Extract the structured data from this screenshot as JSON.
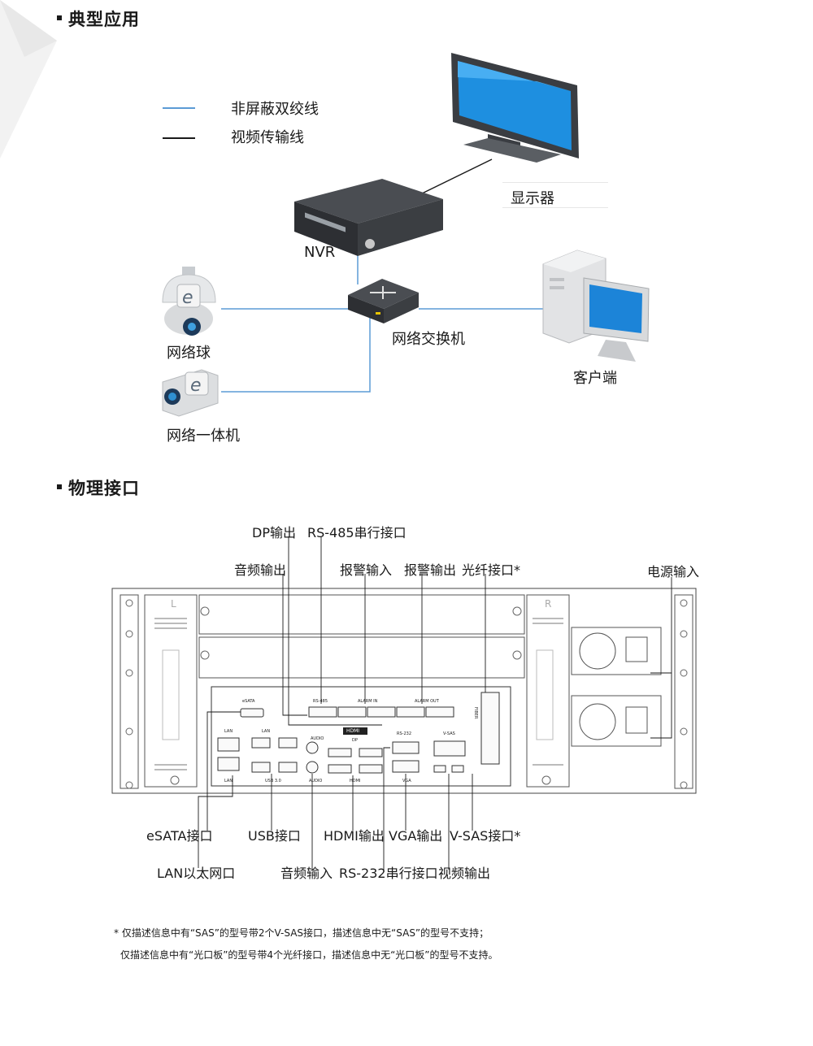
{
  "section1": {
    "title": "典型应用"
  },
  "legend": [
    {
      "label": "非屏蔽双绞线",
      "color": "#5b9bd5"
    },
    {
      "label": "视频传输线",
      "color": "#1a1a1a"
    }
  ],
  "devices": {
    "monitor": "显示器",
    "nvr": "NVR",
    "switch": "网络交换机",
    "dome": "网络球",
    "bullet_cam": "网络一体机",
    "client": "客户端"
  },
  "section2": {
    "title": "物理接口"
  },
  "ports_top": {
    "dp_out": "DP输出",
    "rs485": "RS-485串行接口",
    "audio_out": "音频输出",
    "alarm_in": "报警输入",
    "alarm_out": "报警输出",
    "fiber": "光纤接口*",
    "power_in": "电源输入"
  },
  "ports_bottom": {
    "esata": "eSATA接口",
    "usb": "USB接口",
    "hdmi_out": "HDMI输出",
    "vga_out": "VGA输出",
    "vsas": "V-SAS接口*",
    "lan": "LAN以太网口",
    "audio_in": "音频输入",
    "rs232": "RS-232串行接口",
    "video_out": "视频输出"
  },
  "panel_labels": {
    "side_l": "L",
    "side_r": "R",
    "esata": "eSATA",
    "lan": "LAN",
    "usb": "USB 3.0",
    "audio": "AUDIO",
    "rs485": "RS-485",
    "alarm_in": "ALARM IN",
    "alarm_out": "ALARM OUT",
    "hdmi_logo": "HDMI",
    "dp": "DP",
    "rs232": "RS-232",
    "vga": "VGA",
    "vsas": "V-SAS",
    "hdmi": "HDMI",
    "fiber": "FIBER"
  },
  "notes": [
    "* 仅描述信息中有“SAS”的型号带2个V-SAS接口，描述信息中无“SAS”的型号不支持；",
    "仅描述信息中有“光口板”的型号带4个光纤接口，描述信息中无“光口板”的型号不支持。"
  ]
}
